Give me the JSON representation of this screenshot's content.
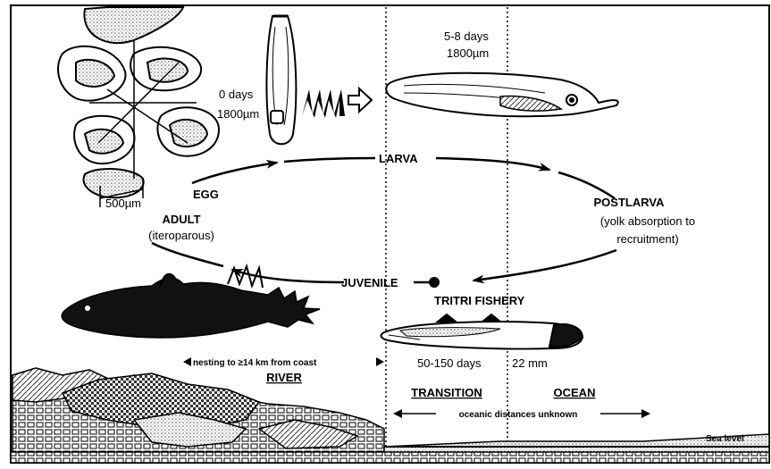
{
  "labels": {
    "larva_age": "5-8 days",
    "larva_size": "1800µm",
    "hatch_age": "0 days",
    "hatch_size": "1800µm",
    "egg_scale": "500µm",
    "egg": "EGG",
    "larva": "LARVA",
    "postlarva": "POSTLARVA",
    "postlarva_note_1": "(yolk absorption to",
    "postlarva_note_2": "recruitment)",
    "adult": "ADULT",
    "adult_note": "(iteroparous)",
    "juvenile": "JUVENILE",
    "fishery": "TRITRI FISHERY",
    "juvenile_age": "50-150 days",
    "juvenile_size": "22 mm",
    "nesting": "nesting to ≥14 km from coast",
    "river": "RIVER",
    "transition": "TRANSITION",
    "ocean": "OCEAN",
    "oceanic": "oceanic distances unknown",
    "sea_level": "Sea level"
  },
  "colors": {
    "ink": "#000000",
    "background": "#ffffff",
    "stipple": "#777777"
  }
}
